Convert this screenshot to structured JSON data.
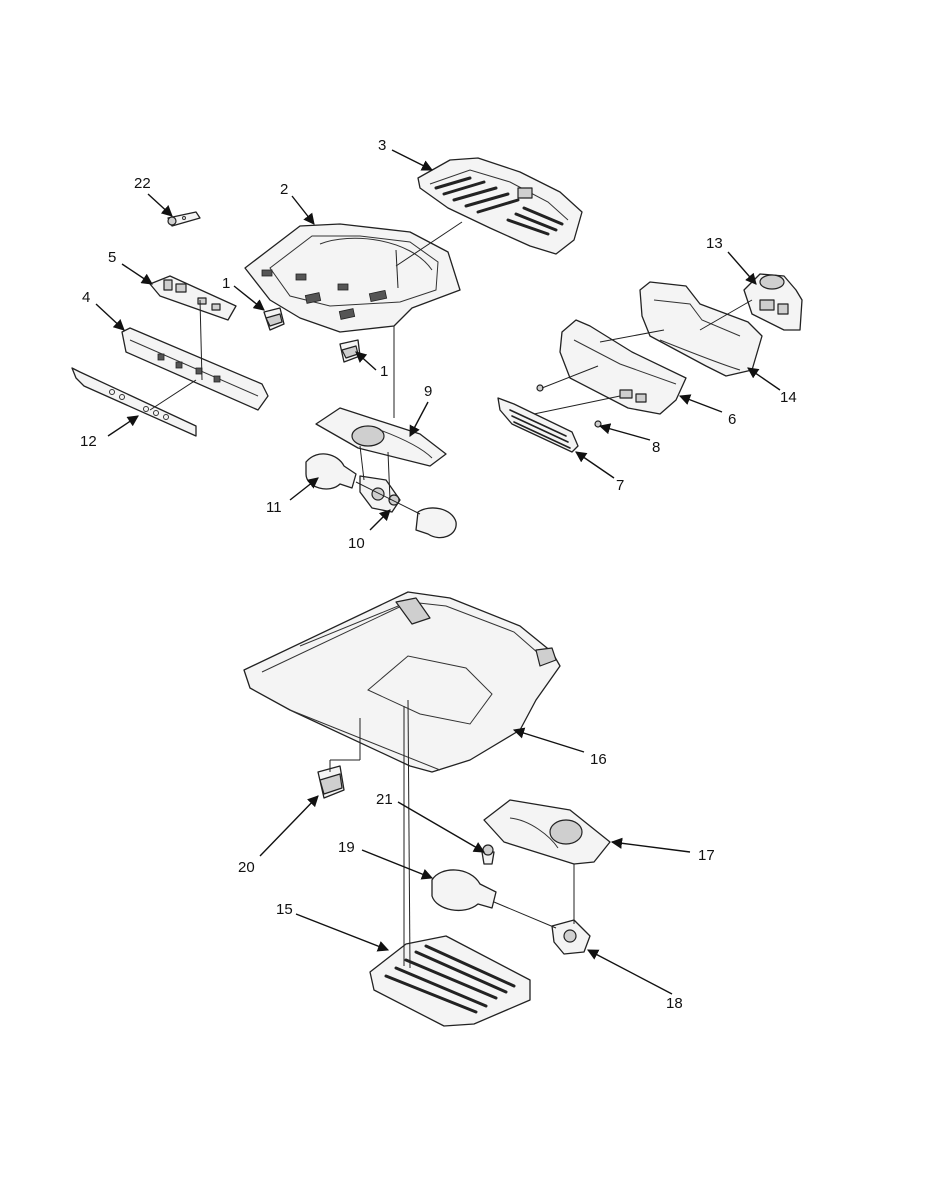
{
  "callouts": [
    {
      "id": "c1a",
      "label": "1"
    },
    {
      "id": "c1b",
      "label": "1"
    },
    {
      "id": "c2",
      "label": "2"
    },
    {
      "id": "c3",
      "label": "3"
    },
    {
      "id": "c4",
      "label": "4"
    },
    {
      "id": "c5",
      "label": "5"
    },
    {
      "id": "c6",
      "label": "6"
    },
    {
      "id": "c7",
      "label": "7"
    },
    {
      "id": "c8",
      "label": "8"
    },
    {
      "id": "c9",
      "label": "9"
    },
    {
      "id": "c10",
      "label": "10"
    },
    {
      "id": "c11",
      "label": "11"
    },
    {
      "id": "c12",
      "label": "12"
    },
    {
      "id": "c13",
      "label": "13"
    },
    {
      "id": "c14",
      "label": "14"
    },
    {
      "id": "c15",
      "label": "15"
    },
    {
      "id": "c16",
      "label": "16"
    },
    {
      "id": "c17",
      "label": "17"
    },
    {
      "id": "c18",
      "label": "18"
    },
    {
      "id": "c19",
      "label": "19"
    },
    {
      "id": "c20",
      "label": "20"
    },
    {
      "id": "c21",
      "label": "21"
    },
    {
      "id": "c22",
      "label": "22"
    }
  ]
}
